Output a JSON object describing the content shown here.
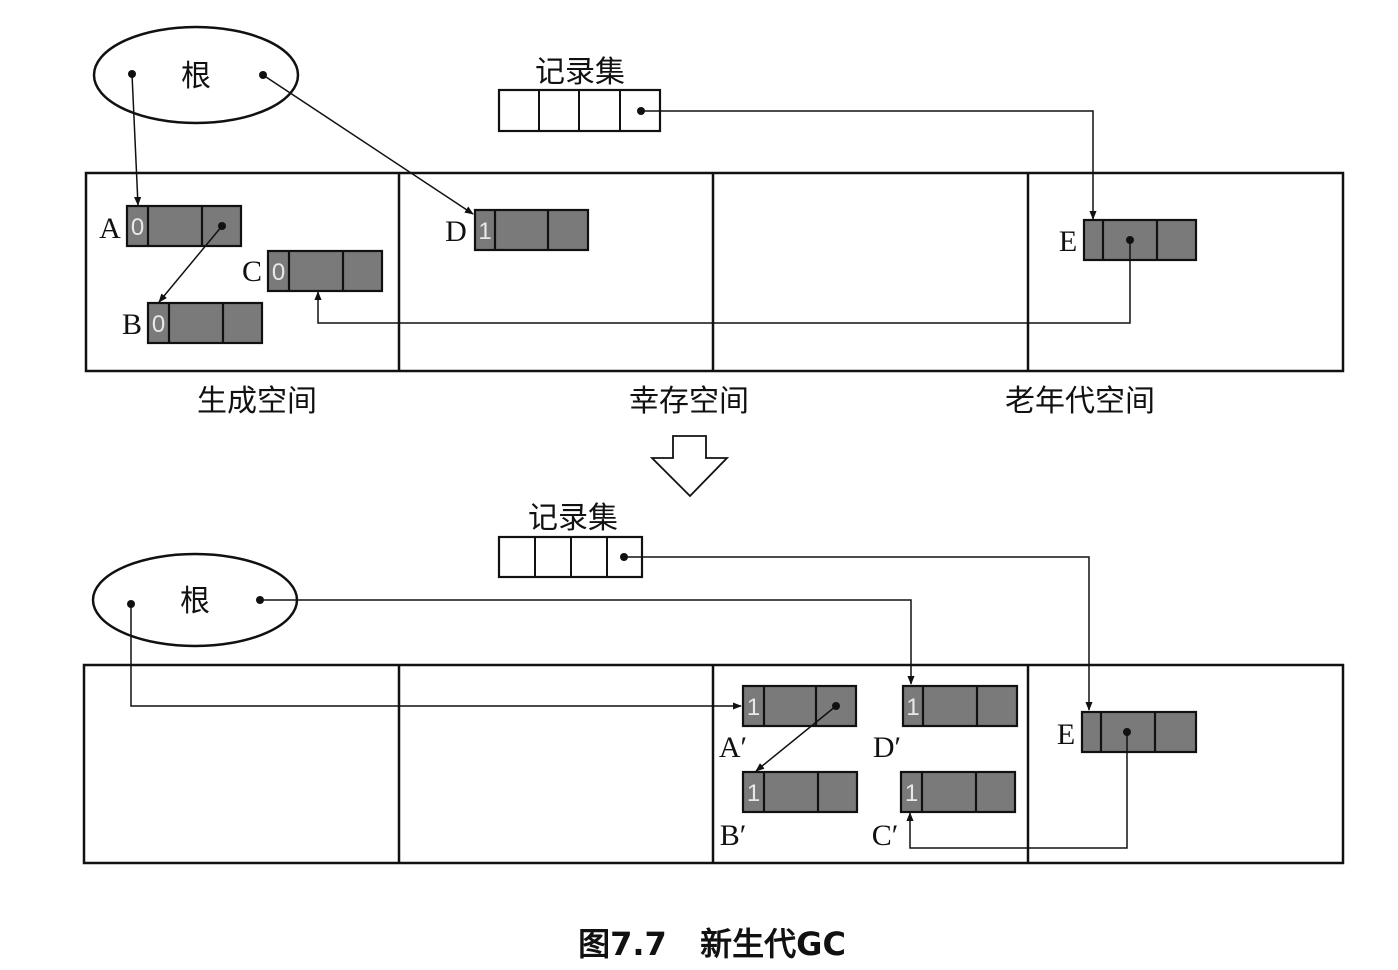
{
  "caption": "图7.7   新生代GC",
  "before": {
    "root_label": "根",
    "remembered_set_label": "记录集",
    "space_labels": {
      "new": "生成空间",
      "survivor": "幸存空间",
      "old": "老年代空间"
    },
    "objects": [
      {
        "name": "A",
        "age": "0"
      },
      {
        "name": "B",
        "age": "0"
      },
      {
        "name": "C",
        "age": "0"
      },
      {
        "name": "D",
        "age": "1"
      },
      {
        "name": "E",
        "age": ""
      }
    ]
  },
  "transition_arrow": "down-arrow",
  "after": {
    "root_label": "根",
    "remembered_set_label": "记录集",
    "objects": [
      {
        "name": "A′",
        "age": "1"
      },
      {
        "name": "B′",
        "age": "1"
      },
      {
        "name": "C′",
        "age": "1"
      },
      {
        "name": "D′",
        "age": "1"
      },
      {
        "name": "E",
        "age": ""
      }
    ]
  },
  "colors": {
    "object_fill": "#7a7a7a",
    "line": "#111111",
    "age_text": "#e8e8e8"
  }
}
